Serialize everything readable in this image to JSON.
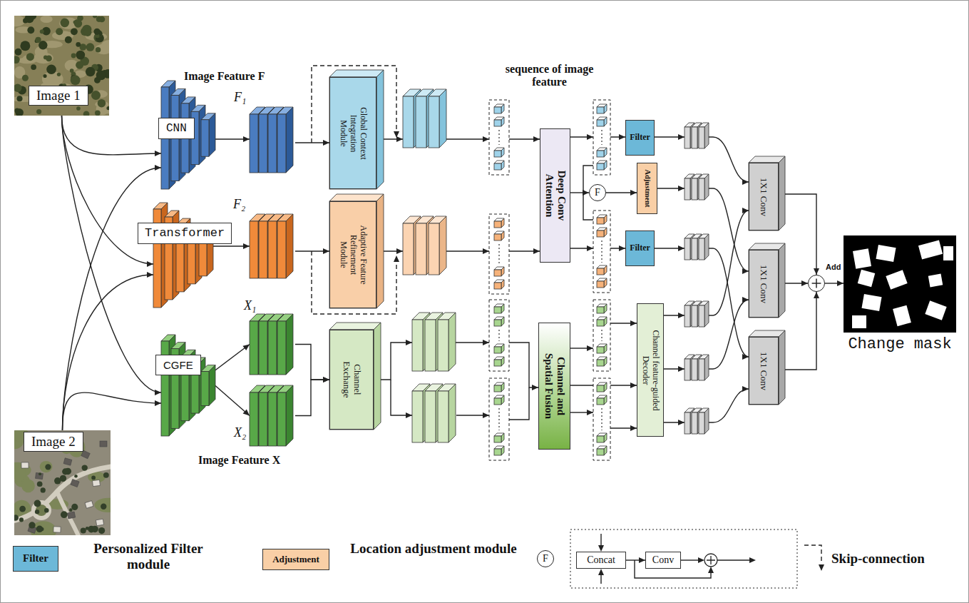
{
  "diagram": {
    "nodes": [
      {
        "text": [
          "Image 1"
        ]
      },
      {
        "text": [
          "Image 2"
        ]
      },
      {
        "text": [
          "CNN"
        ]
      },
      {
        "text": [
          "Transformer"
        ]
      },
      {
        "text": [
          "CGFE"
        ]
      },
      {
        "text": [
          "F₁"
        ]
      },
      {
        "text": [
          "F₂"
        ]
      },
      {
        "text": [
          "X₁"
        ]
      },
      {
        "text": [
          "X₂"
        ]
      },
      {
        "text": [
          "Global Context Integration Module"
        ]
      },
      {
        "text": [
          "Adaptive Feature Refinement Module"
        ]
      },
      {
        "text": [
          "Channel Exchange"
        ]
      },
      {
        "text": [
          "Deep Conv Attention"
        ]
      },
      {
        "text": [
          "Channel and Spatial Fusion"
        ]
      },
      {
        "text": [
          "F"
        ]
      },
      {
        "text": [
          "Filter"
        ]
      },
      {
        "text": [
          "Adjustment"
        ]
      },
      {
        "text": [
          "Filter"
        ]
      },
      {
        "text": [
          "Channel feature-guided Decoder"
        ]
      },
      {
        "text": [
          "1X1 Conv"
        ]
      },
      {
        "text": [
          "1X1 Conv"
        ]
      },
      {
        "text": [
          "1X1 Conv"
        ]
      },
      {
        "text": [
          "Add"
        ]
      },
      {
        "text": [
          "Change mask"
        ]
      },
      {
        "text": [
          "F"
        ]
      },
      {
        "text": [
          "Concat"
        ]
      },
      {
        "text": [
          "Conv"
        ]
      }
    ],
    "edges": [
      {
        "from": 0,
        "to": 2,
        "arrow": "to"
      },
      {
        "from": 0,
        "to": 3,
        "arrow": "to"
      },
      {
        "from": 0,
        "to": 4,
        "arrow": "to"
      },
      {
        "from": 1,
        "to": 2,
        "arrow": "to"
      },
      {
        "from": 1,
        "to": 3,
        "arrow": "to"
      },
      {
        "from": 1,
        "to": 4,
        "arrow": "to"
      },
      {
        "from": 2,
        "to": 5,
        "arrow": "to"
      },
      {
        "from": 3,
        "to": 6,
        "arrow": "to"
      },
      {
        "from": 4,
        "to": 7,
        "arrow": "to"
      },
      {
        "from": 4,
        "to": 8,
        "arrow": "to"
      },
      {
        "from": 5,
        "to": 9,
        "arrow": "to"
      },
      {
        "from": 6,
        "to": 10,
        "arrow": "to"
      },
      {
        "from": 7,
        "to": 11,
        "arrow": "to"
      },
      {
        "from": 8,
        "to": 11,
        "arrow": "to"
      },
      {
        "from": 9,
        "to": 12,
        "arrow": "to"
      },
      {
        "from": 10,
        "to": 12,
        "arrow": "to"
      },
      {
        "from": 11,
        "to": 13,
        "arrow": "to"
      },
      {
        "from": 12,
        "to": 15,
        "arrow": "to"
      },
      {
        "from": 12,
        "to": 14,
        "arrow": "to"
      },
      {
        "from": 12,
        "to": 17,
        "arrow": "to"
      },
      {
        "from": 14,
        "to": 16,
        "arrow": "to"
      },
      {
        "from": 13,
        "to": 18,
        "arrow": "to"
      },
      {
        "from": 15,
        "to": 19,
        "arrow": "to"
      },
      {
        "from": 16,
        "to": 20,
        "arrow": "to"
      },
      {
        "from": 17,
        "to": 21,
        "arrow": "to"
      },
      {
        "from": 18,
        "to": 19,
        "arrow": "to"
      },
      {
        "from": 18,
        "to": 20,
        "arrow": "to"
      },
      {
        "from": 18,
        "to": 21,
        "arrow": "to"
      },
      {
        "from": 19,
        "to": 22,
        "arrow": "to"
      },
      {
        "from": 20,
        "to": 22,
        "arrow": "to"
      },
      {
        "from": 21,
        "to": 22,
        "arrow": "to"
      },
      {
        "from": 22,
        "to": 23,
        "arrow": "to"
      },
      {
        "from": 25,
        "to": 26,
        "arrow": "to"
      }
    ],
    "labels": [
      "Image Feature F",
      "sequence of image feature",
      "Image Feature X",
      "Filter",
      "Adjustment"
    ],
    "legend": [
      {
        "text": "Personalized Filter module",
        "color": "#6cb8d8"
      },
      {
        "text": "Location adjustment module",
        "color": "#f9cfa6"
      },
      {
        "text": "Skip-connection"
      }
    ]
  }
}
